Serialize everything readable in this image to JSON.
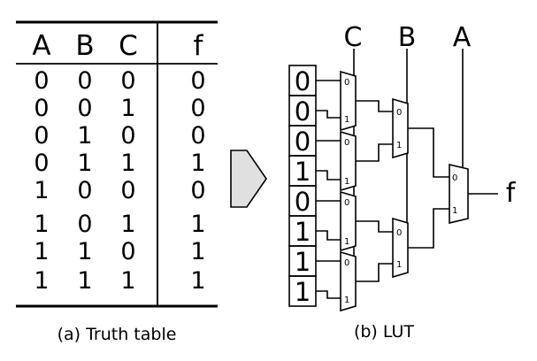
{
  "truth_table": {
    "headers": [
      "A",
      "B",
      "C",
      "f"
    ],
    "rows": [
      [
        "0",
        "0",
        "0",
        "0"
      ],
      [
        "0",
        "0",
        "1",
        "0"
      ],
      [
        "0",
        "1",
        "0",
        "0"
      ],
      [
        "0",
        "1",
        "1",
        "1"
      ],
      [
        "1",
        "0",
        "0",
        "0"
      ],
      [
        "1",
        "0",
        "1",
        "1"
      ],
      [
        "1",
        "1",
        "0",
        "1"
      ],
      [
        "1",
        "1",
        "1",
        "1"
      ]
    ],
    "caption": "(a) Truth table"
  },
  "lut": {
    "memory_bits": [
      "0",
      "0",
      "0",
      "1",
      "0",
      "1",
      "1",
      "1"
    ],
    "select_labels": [
      "C",
      "B",
      "A"
    ],
    "output_label": "f",
    "mux_input_labels": [
      "0",
      "1"
    ],
    "caption": "(b) LUT"
  },
  "arrow_color": "#e0e0e0"
}
